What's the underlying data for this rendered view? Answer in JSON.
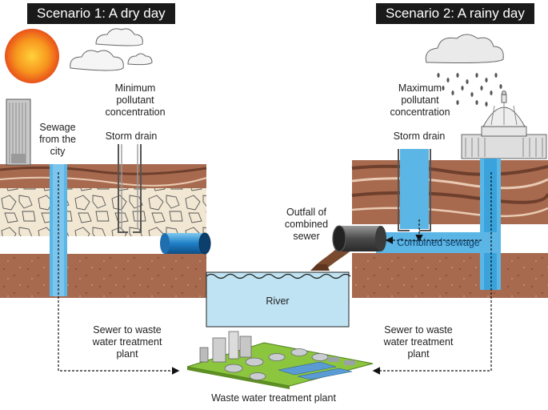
{
  "scenario_1": {
    "title": "Scenario 1: A dry day",
    "sewage_label": "Sewage\nfrom the\ncity",
    "pollutant_label": "Minimum\npollutant\nconcentration",
    "storm_drain_label": "Storm drain",
    "sewer_label": "Sewer to waste\nwater treatment\nplant"
  },
  "scenario_2": {
    "title": "Scenario 2: A rainy day",
    "pollutant_label": "Maximum\npollutant\nconcentration",
    "storm_drain_label": "Storm drain",
    "outfall_label": "Outfall of\ncombined\nsewer",
    "combined_sewage_label": "Combined sewage",
    "sewer_label": "Sewer to waste\nwater treatment\nplant"
  },
  "river_label": "River",
  "plant_label": "Waste water treatment plant",
  "colors": {
    "water": "#5bb6e6",
    "river": "#bfe3f3",
    "soil_brown": "#a86a4f",
    "rock_cream": "#f1e7d3",
    "header_bg": "#1a1a1a",
    "outfall_flow": "#7a4a2e"
  }
}
